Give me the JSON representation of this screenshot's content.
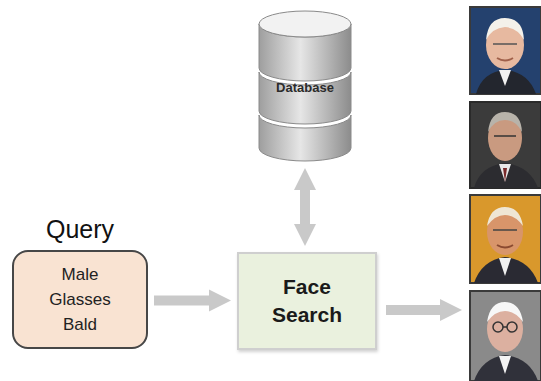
{
  "diagram": {
    "nodes": [
      {
        "text": [
          "Database"
        ]
      },
      {
        "text": [
          "Query",
          "Male Glasses Bald"
        ]
      },
      {
        "text": [
          "Face Search"
        ]
      }
    ],
    "edges": [
      {
        "from": 1,
        "to": 2,
        "arrow": "to"
      },
      {
        "from": 0,
        "to": 2,
        "arrow": "both"
      }
    ]
  }
}
